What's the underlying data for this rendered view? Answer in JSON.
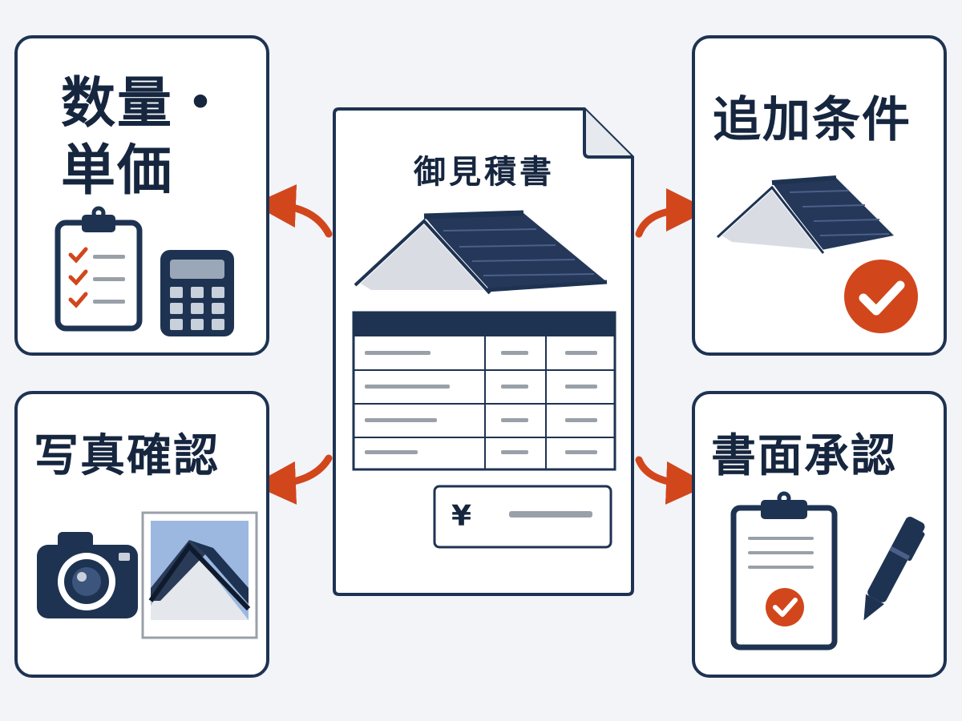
{
  "cards": {
    "quantity": {
      "title": "数量・単価"
    },
    "additional": {
      "title": "追加条件"
    },
    "photo": {
      "title": "写真確認"
    },
    "approval": {
      "title": "書面承認"
    }
  },
  "document": {
    "title": "御見積書",
    "currency_symbol": "¥",
    "table_rows": 4,
    "table_columns": 3
  },
  "icons": {
    "quantity": [
      "clipboard-checklist-icon",
      "calculator-icon"
    ],
    "additional": [
      "roof-icon",
      "checkmark-circle-icon"
    ],
    "photo": [
      "camera-icon",
      "roof-photo-icon"
    ],
    "approval": [
      "clipboard-signed-icon",
      "pen-icon"
    ],
    "document": [
      "roof-icon",
      "estimate-table-icon"
    ]
  },
  "colors": {
    "navy": "#1e3352",
    "accent": "#d2461c",
    "background": "#f2f4f8",
    "gray": "#9aa0a8"
  }
}
